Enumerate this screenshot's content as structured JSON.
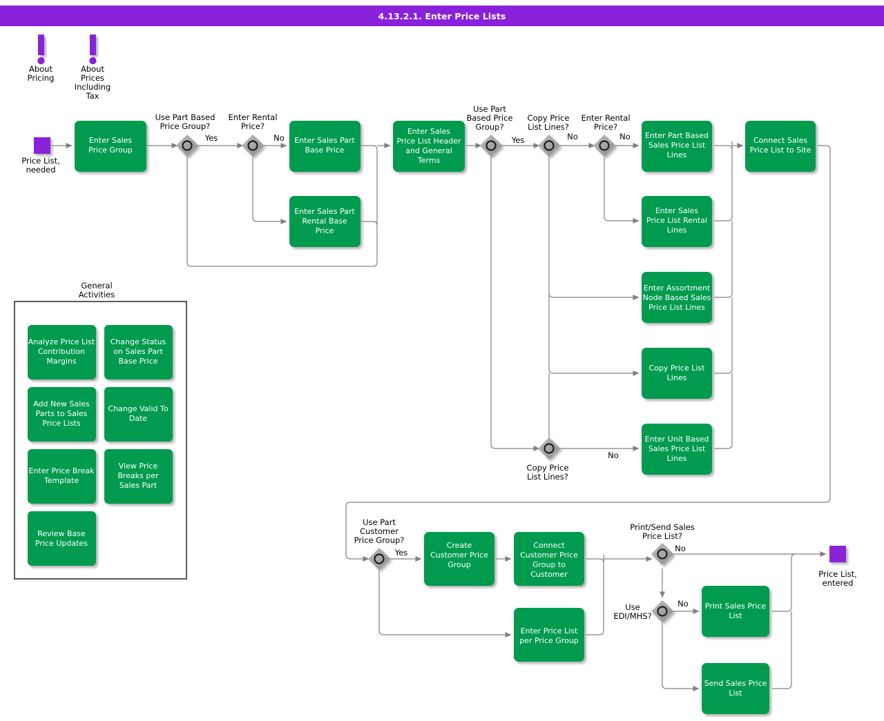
{
  "titlebar": {
    "title": "4.13.2.1. Enter Price Lists",
    "bg_color": "#8A21DA"
  },
  "palette": {
    "activity_fill": "#009B50",
    "terminator_fill": "#8A21DA",
    "gateway_fill": "#9A9A9A",
    "edge_color": "#808080",
    "text_on_activity": "#FFFFFF",
    "text_on_canvas": "#000000"
  },
  "info_notes": [
    {
      "icon": "exclamation-icon",
      "lines": [
        "About",
        "Pricing"
      ]
    },
    {
      "icon": "exclamation-icon",
      "lines": [
        "About",
        "Prices",
        "Including",
        "Tax"
      ]
    }
  ],
  "terminators": [
    {
      "id": "start",
      "lines": [
        "Price List,",
        "needed"
      ]
    },
    {
      "id": "end",
      "lines": [
        "Price List,",
        "entered"
      ]
    }
  ],
  "gateways": [
    {
      "id": "g1",
      "lines": [
        "Use Part Based",
        "Price Group?"
      ],
      "label_pos": "above"
    },
    {
      "id": "g2",
      "lines": [
        "Enter Rental",
        "Price?"
      ],
      "label_pos": "above"
    },
    {
      "id": "g3",
      "lines": [
        "Use Part",
        "Based Price",
        "Group?"
      ],
      "label_pos": "above"
    },
    {
      "id": "g4",
      "lines": [
        "Copy Price",
        "List Lines?"
      ],
      "label_pos": "above"
    },
    {
      "id": "g5",
      "lines": [
        "Enter Rental",
        "Price?"
      ],
      "label_pos": "above"
    },
    {
      "id": "g6",
      "lines": [
        "Copy Price",
        "List Lines?"
      ],
      "label_pos": "below"
    },
    {
      "id": "g7",
      "lines": [
        "Use Part",
        "Customer",
        "Price Group?"
      ],
      "label_pos": "above"
    },
    {
      "id": "g8",
      "lines": [
        "Print/Send Sales",
        "Price List?"
      ],
      "label_pos": "above"
    },
    {
      "id": "g9",
      "lines": [
        "Use",
        "EDI/MHS?"
      ],
      "label_pos": "left"
    }
  ],
  "edge_labels": [
    {
      "id": "e1",
      "text": "Yes"
    },
    {
      "id": "e2",
      "text": "No"
    },
    {
      "id": "e3",
      "text": "Yes"
    },
    {
      "id": "e4",
      "text": "No"
    },
    {
      "id": "e5",
      "text": "No"
    },
    {
      "id": "e6",
      "text": "No"
    },
    {
      "id": "e7",
      "text": "Yes"
    },
    {
      "id": "e8",
      "text": "No"
    },
    {
      "id": "e9",
      "text": "No"
    }
  ],
  "activities": [
    {
      "id": "a1",
      "lines": [
        "Enter Sales",
        "Price Group"
      ]
    },
    {
      "id": "a2",
      "lines": [
        "Enter Sales Part",
        "Base Price"
      ]
    },
    {
      "id": "a3",
      "lines": [
        "Enter Sales Part",
        "Rental Base",
        "Price"
      ]
    },
    {
      "id": "a4",
      "lines": [
        "Enter Sales",
        "Price List Header",
        "and General",
        "Terms"
      ]
    },
    {
      "id": "a5",
      "lines": [
        "Enter Part Based",
        "Sales Price List",
        "Lines"
      ]
    },
    {
      "id": "a6",
      "lines": [
        "Enter Sales",
        "Price List Rental",
        "Lines"
      ]
    },
    {
      "id": "a7",
      "lines": [
        "Enter Assortment",
        "Node Based Sales",
        "Price List Lines"
      ]
    },
    {
      "id": "a8",
      "lines": [
        "Copy Price List",
        "Lines"
      ]
    },
    {
      "id": "a9",
      "lines": [
        "Enter Unit Based",
        "Sales Price List",
        "Lines"
      ]
    },
    {
      "id": "a10",
      "lines": [
        "Connect Sales",
        "Price List to Site"
      ]
    },
    {
      "id": "a11",
      "lines": [
        "Create",
        "Customer Price",
        "Group"
      ]
    },
    {
      "id": "a12",
      "lines": [
        "Connect",
        "Customer Price",
        "Group to",
        "Customer"
      ]
    },
    {
      "id": "a13",
      "lines": [
        "Enter Price List",
        "per Price Group"
      ]
    },
    {
      "id": "a14",
      "lines": [
        "Print Sales Price",
        "List"
      ]
    },
    {
      "id": "a15",
      "lines": [
        "Send Sales Price",
        "List"
      ]
    }
  ],
  "general_activities": {
    "title_lines": [
      "General",
      "Activities"
    ],
    "items": [
      {
        "id": "ga1",
        "lines": [
          "Analyze Price List",
          "Contribution",
          "Margins"
        ]
      },
      {
        "id": "ga2",
        "lines": [
          "Change Status",
          "on Sales Part",
          "Base Price"
        ]
      },
      {
        "id": "ga3",
        "lines": [
          "Add New Sales",
          "Parts to Sales",
          "Price Lists"
        ]
      },
      {
        "id": "ga4",
        "lines": [
          "Change Valid To",
          "Date"
        ]
      },
      {
        "id": "ga5",
        "lines": [
          "Enter Price Break",
          "Template"
        ]
      },
      {
        "id": "ga6",
        "lines": [
          "View Price",
          "Breaks per",
          "Sales Part"
        ]
      },
      {
        "id": "ga7",
        "lines": [
          "Review Base",
          "Price Updates"
        ]
      }
    ]
  }
}
